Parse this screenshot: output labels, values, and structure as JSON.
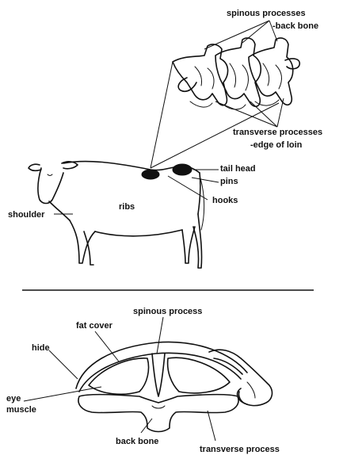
{
  "labels": {
    "spinous_processes": "spinous processes",
    "back_bone_top": "-back bone",
    "transverse_processes": "transverse processes",
    "edge_of_loin": "-edge of loin",
    "tail_head": "tail head",
    "pins": "pins",
    "hooks": "hooks",
    "ribs": "ribs",
    "shoulder": "shoulder",
    "spinous_process": "spinous process",
    "fat_cover": "fat cover",
    "hide": "hide",
    "eye_line1": "eye",
    "eye_line2": "muscle",
    "back_bone": "back bone",
    "transverse_process": "transverse process"
  }
}
